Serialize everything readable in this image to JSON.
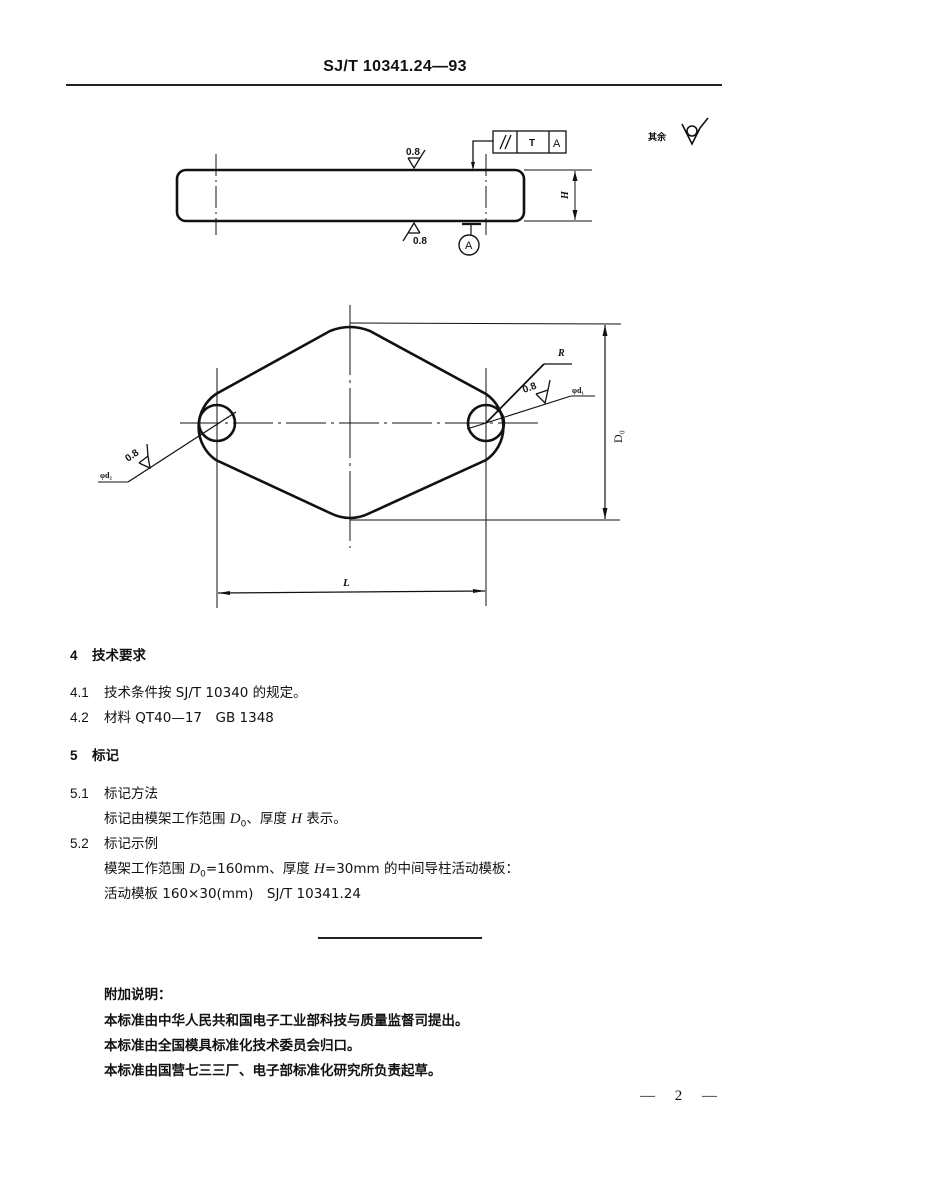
{
  "header": {
    "standard_code": "SJ/T 10341.24—93"
  },
  "drawing": {
    "top_view": {
      "roughness_top": "0.8",
      "roughness_bottom": "0.8",
      "tolerance_frame": {
        "symbol": "//",
        "value": "T",
        "datum": "A"
      },
      "datum_label": "A",
      "height_dim": "H"
    },
    "remaining_roughness_label": "其余",
    "plan_view": {
      "radius_label": "R",
      "roughness_right": "0.8",
      "roughness_left": "0.8",
      "hole_right_label": "φd₁",
      "hole_left_label": "φd₂",
      "width_dim": "D₀",
      "length_dim": "L"
    }
  },
  "sections": [
    {
      "number": "4",
      "title": "技术要求",
      "items": [
        {
          "number": "4.1",
          "text": "技术条件按 SJ/T 10340 的规定。"
        },
        {
          "number": "4.2",
          "text": "材料 QT40—17　GB 1348"
        }
      ]
    },
    {
      "number": "5",
      "title": "标记",
      "items": [
        {
          "number": "5.1",
          "title": "标记方法",
          "body_pre": "标记由模架工作范围 ",
          "var1": "D",
          "sub1": "0",
          "body_mid": "、厚度 ",
          "var2": "H",
          "body_post": " 表示。"
        },
        {
          "number": "5.2",
          "title": "标记示例",
          "line1_pre": "模架工作范围 ",
          "line1_var1": "D",
          "line1_sub1": "0",
          "line1_mid": "=160mm、厚度 ",
          "line1_var2": "H",
          "line1_post": "=30mm 的中间导柱活动模板：",
          "line2": "活动模板 160×30(mm)　SJ/T 10341.24"
        }
      ]
    }
  ],
  "appendix": {
    "title": "附加说明：",
    "lines": [
      "本标准由中华人民共和国电子工业部科技与质量监督司提出。",
      "本标准由全国模具标准化技术委员会归口。",
      "本标准由国营七三三厂、电子部标准化研究所负责起草。"
    ]
  },
  "footer": {
    "page_number": "— 2 —"
  }
}
